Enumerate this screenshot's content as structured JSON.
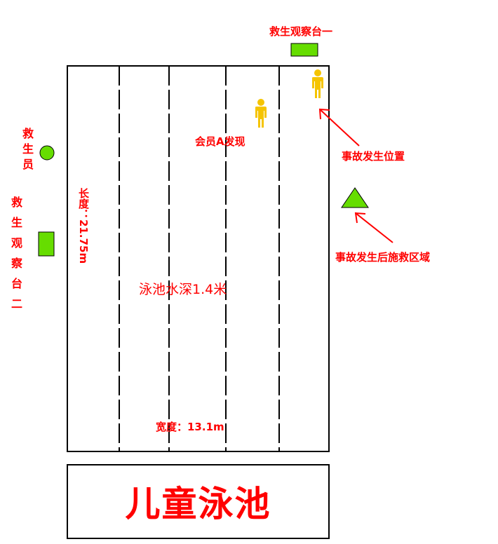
{
  "labels": {
    "tower_one": "救生观察台一",
    "tower_two_chars": [
      "救",
      "生",
      "观",
      "察",
      "台",
      "二"
    ],
    "lifeguard_chars": [
      "救",
      "生",
      "员"
    ],
    "member_a": "会员A发现",
    "accident_location": "事故发生位置",
    "rescue_area": "事故发生后施救区域",
    "length": "长度：21.75m",
    "width": "宽度：13.1m",
    "depth": "泳池水深1.4米",
    "pool_name": "儿童泳池"
  },
  "colors": {
    "label_red": "#ff0000",
    "marker_green": "#66dd00",
    "person_yellow": "#f5c400",
    "outline": "#000000"
  },
  "icons": {
    "tower": "green-rectangle",
    "lifeguard": "green-circle",
    "rescue_area": "green-triangle",
    "person": "person-icon"
  }
}
